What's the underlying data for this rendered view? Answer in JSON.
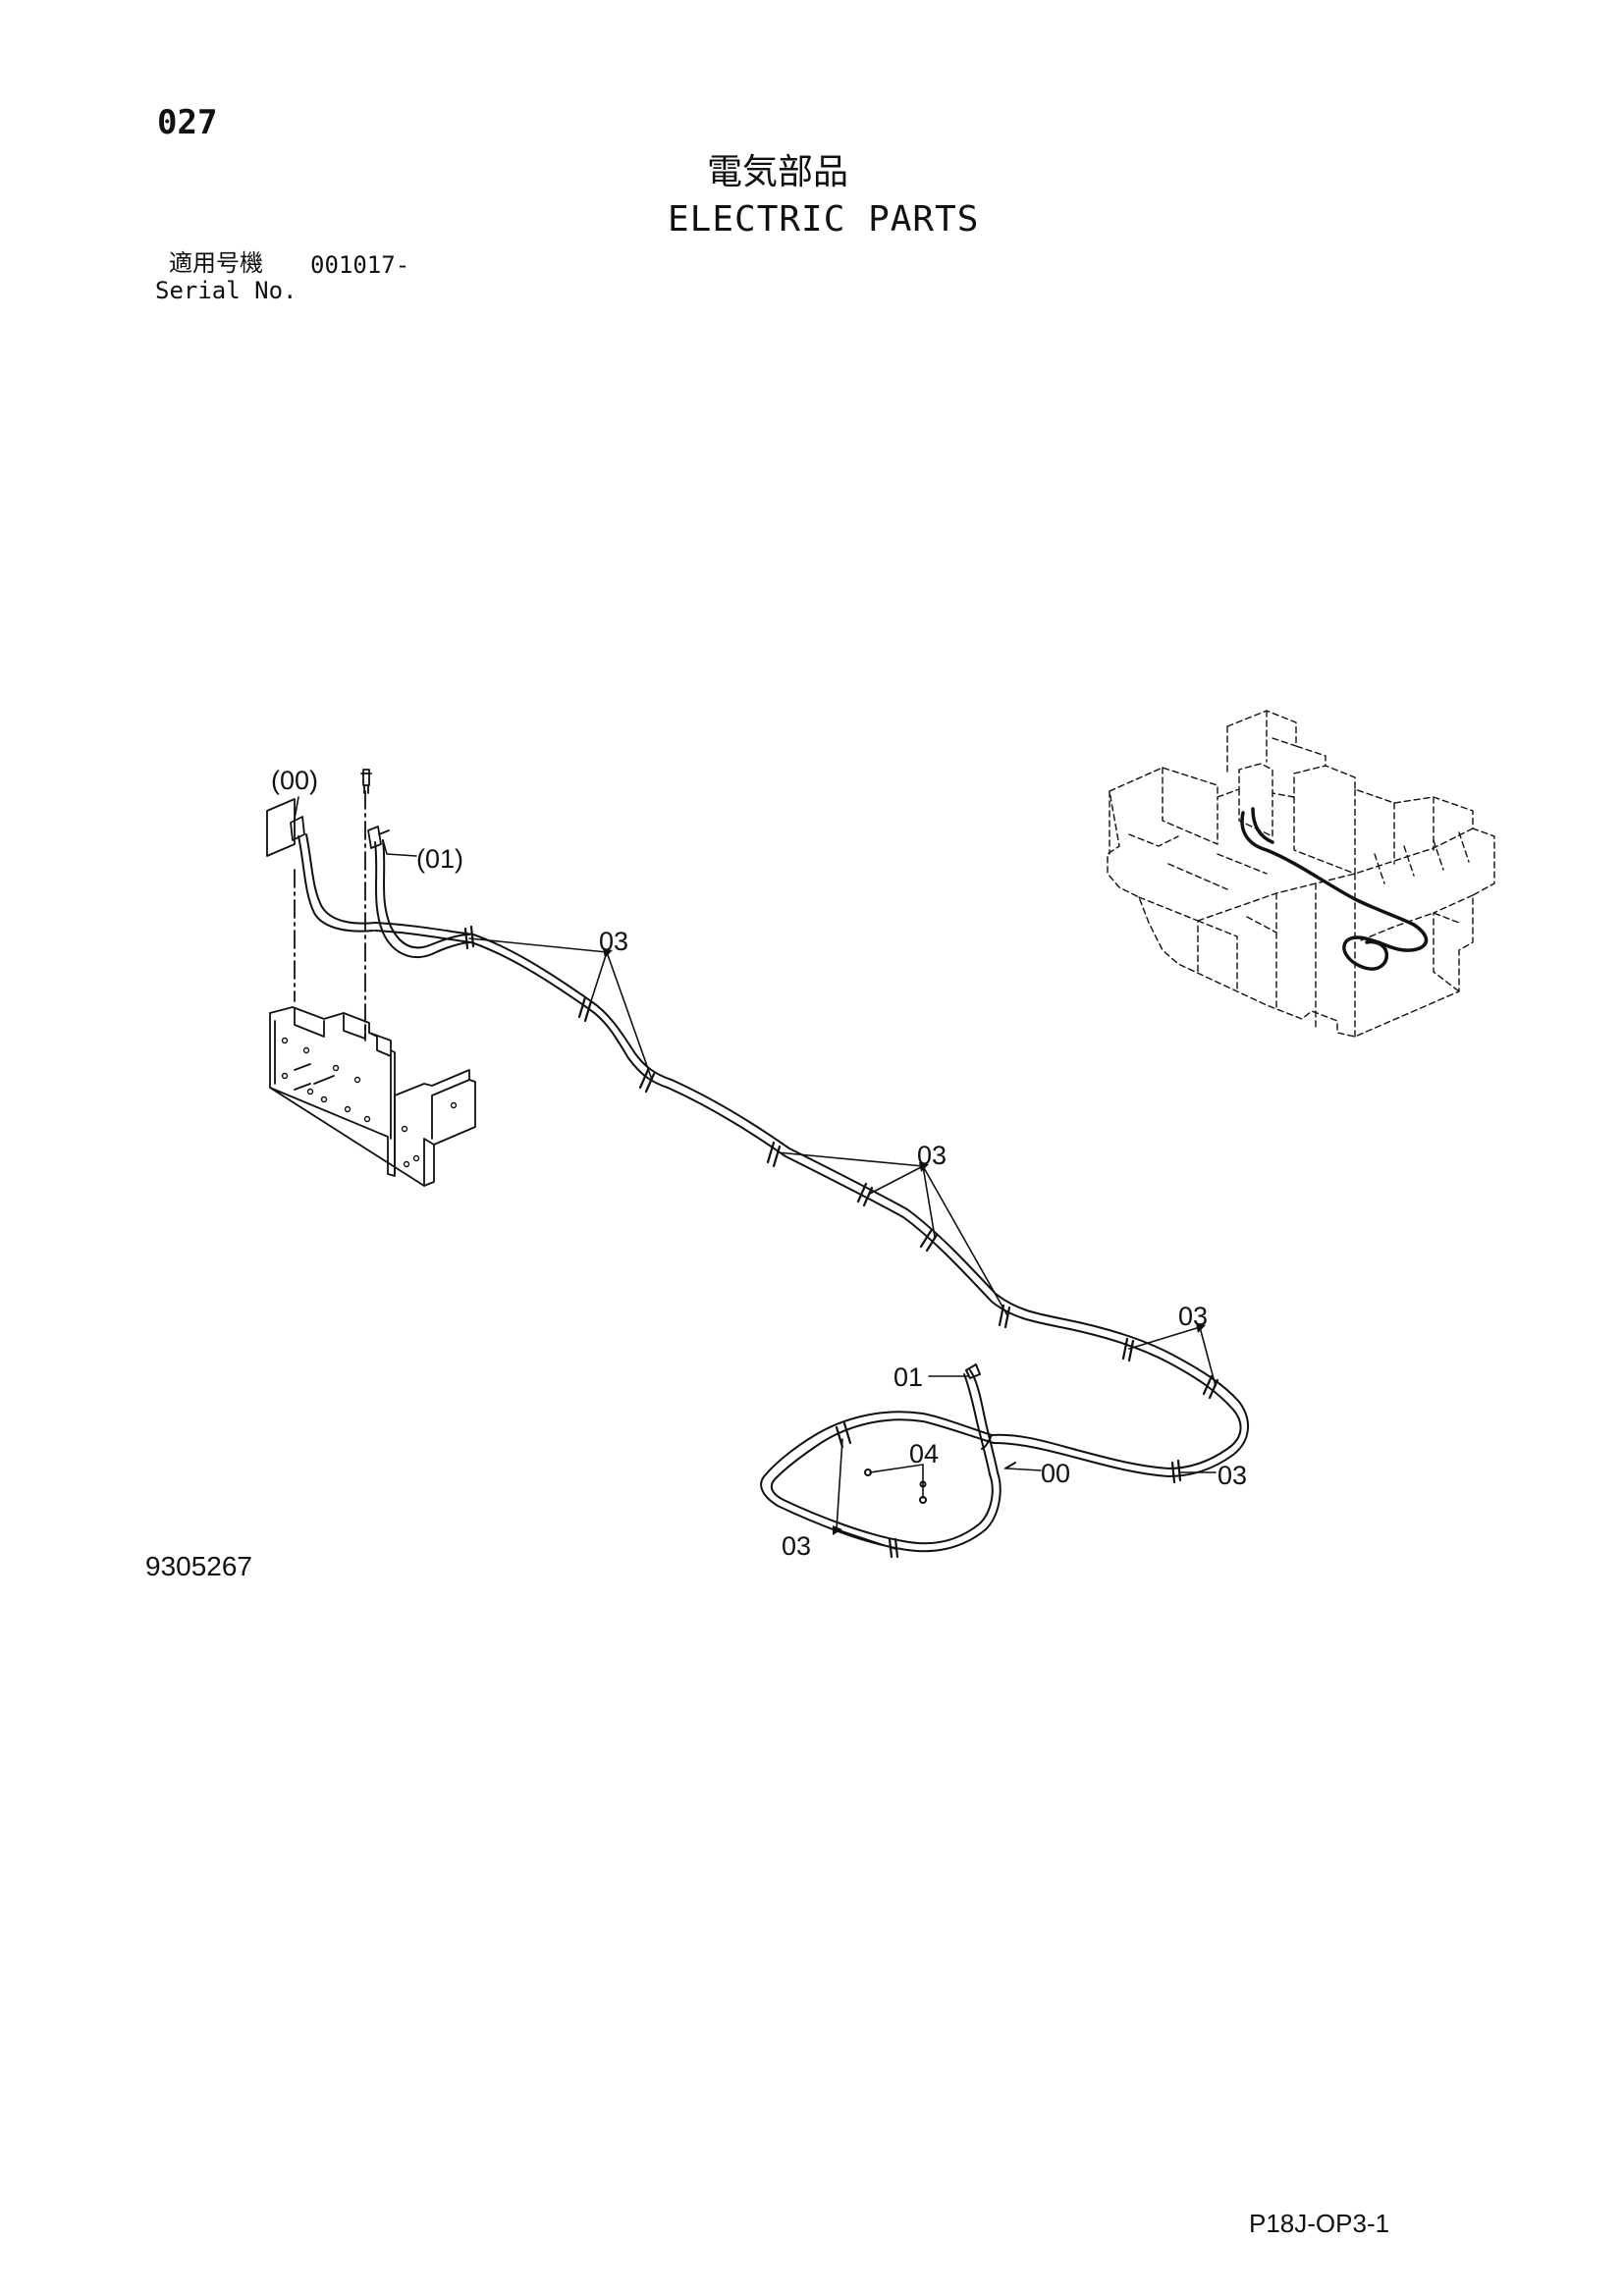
{
  "header": {
    "page_number": "027",
    "title_jp": "電気部品",
    "title_en": "ELECTRIC PARTS",
    "serial_label_jp": "適用号機",
    "serial_value": "001017-",
    "serial_label_en": "Serial No."
  },
  "callouts": {
    "paren_00": "(00)",
    "paren_01": "(01)",
    "c03_a": "03",
    "c03_b": "03",
    "c03_c": "03",
    "c01": "01",
    "c04": "04",
    "c00": "00",
    "c03_d": "03",
    "c03_e": "03"
  },
  "footer": {
    "drawing_number": "9305267",
    "page_code": "P18J-OP3-1"
  },
  "colors": {
    "line": "#111111",
    "background": "#ffffff"
  }
}
